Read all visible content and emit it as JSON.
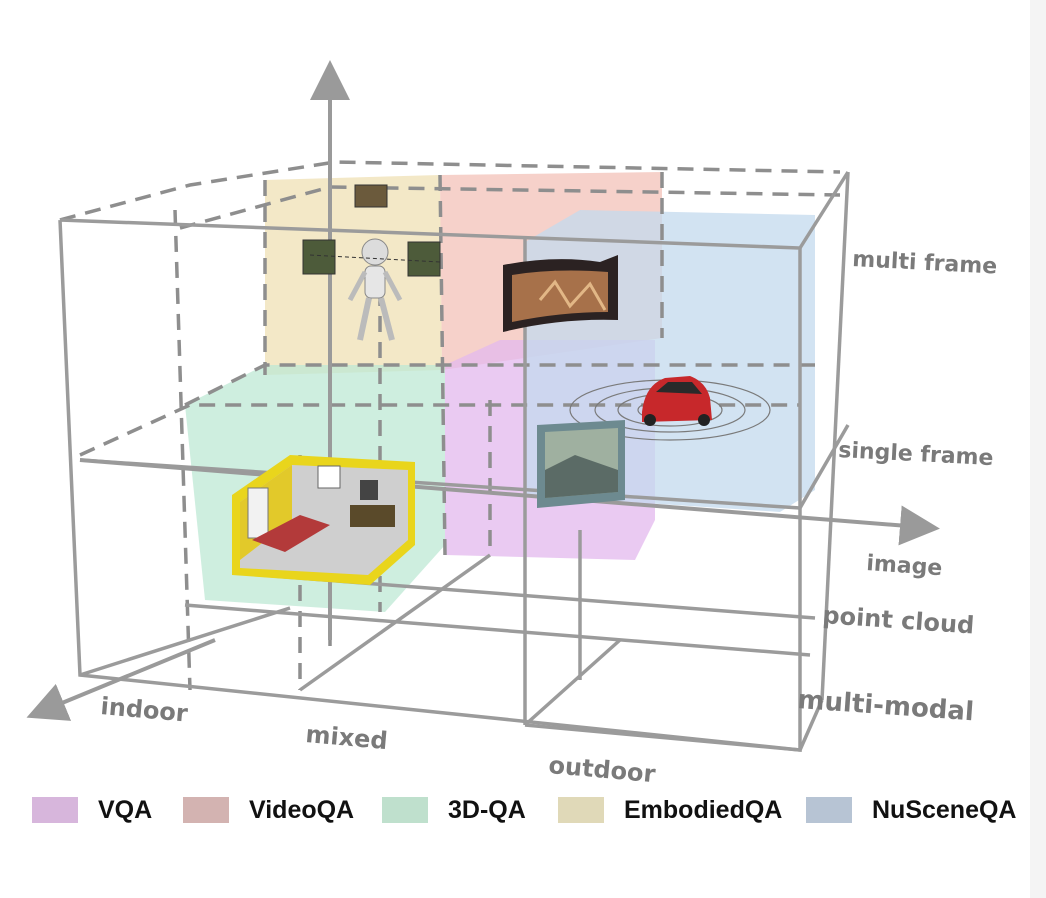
{
  "axes": {
    "scene_labels": [
      "indoor",
      "mixed",
      "outdoor"
    ],
    "modality_labels": [
      "image",
      "point cloud",
      "multi-modal"
    ],
    "frame_labels": [
      "multi frame",
      "single frame"
    ]
  },
  "legend": [
    {
      "label": "VQA",
      "color": "#d7b6dc"
    },
    {
      "label": "VideoQA",
      "color": "#d3b3b1"
    },
    {
      "label": "3D-QA",
      "color": "#bfe0cd"
    },
    {
      "label": "EmbodiedQA",
      "color": "#e0d9b8"
    },
    {
      "label": "NuSceneQA",
      "color": "#b7c4d4"
    }
  ],
  "regions": {
    "vqa": {
      "color": "#e3b8ee"
    },
    "videoqa": {
      "color": "#f2bdb3"
    },
    "threedqa": {
      "color": "#bde8d4"
    },
    "embodiedqa": {
      "color": "#efe0b4"
    },
    "nusceneqa": {
      "color": "#c3d9ee"
    }
  },
  "icons": [
    "robot-icon",
    "film-strip-icon",
    "room-3d-icon",
    "car-lidar-icon",
    "photo-icon"
  ]
}
